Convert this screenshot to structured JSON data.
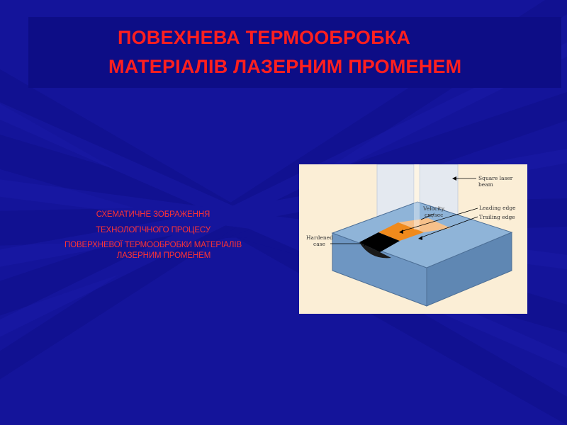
{
  "slide": {
    "title_line_1": "ПОВЕХНЕВА ТЕРМООБРОБКА",
    "title_line_2": "МАТЕРІАЛІВ ЛАЗЕРНИМ ПРОМЕНЕМ",
    "caption": [
      "СХЕМАТИЧНЕ ЗОБРАЖЕННЯ",
      "ТЕХНОЛОГІЧНОГО ПРОЦЕСУ",
      "ПОВЕРХНЕВОЇ ТЕРМООБРОБКИ МАТЕРІАЛІВ",
      "ЛАЗЕРНИМ ПРОМЕНЕМ"
    ],
    "colors": {
      "background": "#14149a",
      "title_box": "#0d0d86",
      "title_text": "#ff1f1f",
      "caption_text": "#ff3333"
    }
  },
  "diagram": {
    "labels": {
      "square_laser_beam_1": "Square laser",
      "square_laser_beam_2": "beam",
      "velocity_1": "Velocity,",
      "velocity_2": "cm/sec",
      "leading_edge": "Leading edge",
      "trailing_edge": "Trailing edge",
      "hardened_case_1": "Hardened",
      "hardened_case_2": "case"
    },
    "colors": {
      "background": "#fbeed6",
      "block_top": "#8fb4d8",
      "block_side": "#6e96c2",
      "laser_spot": "#f08a1c",
      "trailing_zone": "#f6c08a",
      "hardened_case": "#000000",
      "beam": "#e4e9f0"
    }
  }
}
